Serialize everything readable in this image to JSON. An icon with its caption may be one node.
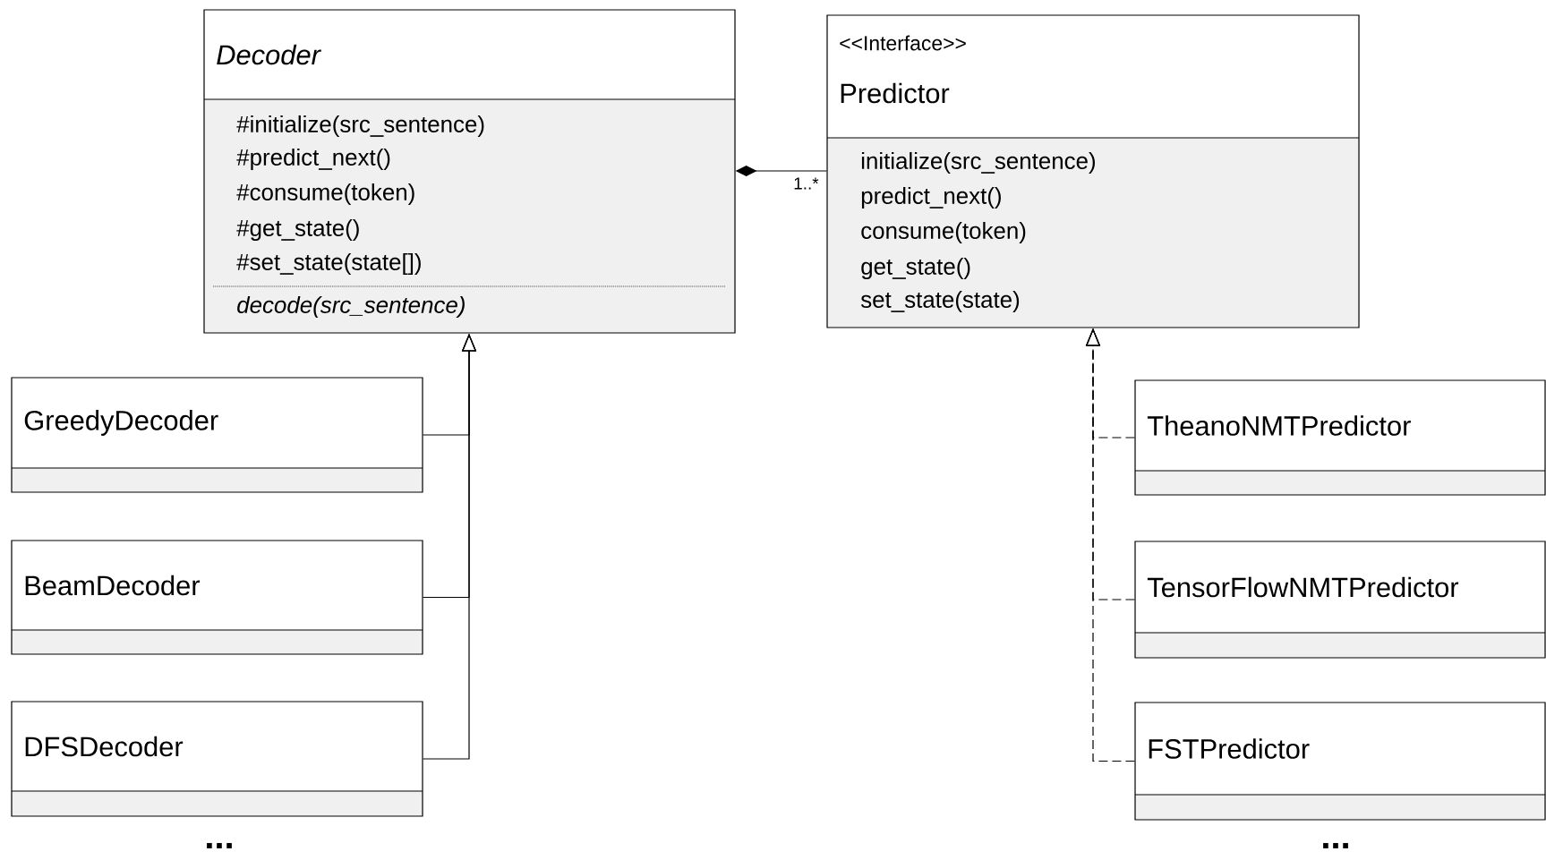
{
  "diagram": {
    "nodes": [
      {
        "text": [
          "Decoder",
          "#initialize(src_sentence)",
          "#predict_next()",
          "#consume(token)",
          "#get_state()",
          "#set_state(state[])",
          "decode(src_sentence)"
        ]
      },
      {
        "text": [
          "GreedyDecoder"
        ]
      },
      {
        "text": [
          "BeamDecoder"
        ]
      },
      {
        "text": [
          "DFSDecoder"
        ]
      },
      {
        "text": [
          "<<Interface>>",
          "Predictor",
          "initialize(src_sentence)",
          "predict_next()",
          "consume(token)",
          "get_state()",
          "set_state(state)"
        ]
      },
      {
        "text": [
          "TheanoNMTPredictor"
        ]
      },
      {
        "text": [
          "TensorFlowNMTPredictor"
        ]
      },
      {
        "text": [
          "FSTPredictor"
        ]
      }
    ],
    "edges": [
      {
        "from": 4,
        "to": 0,
        "arrow": "other",
        "label": "1..*"
      },
      {
        "from": 1,
        "to": 0,
        "arrow": "to"
      },
      {
        "from": 2,
        "to": 0,
        "arrow": "to"
      },
      {
        "from": 3,
        "to": 0,
        "arrow": "to"
      },
      {
        "from": 5,
        "to": 4,
        "arrow": "to",
        "style": "dashed"
      },
      {
        "from": 6,
        "to": 4,
        "arrow": "to",
        "style": "dashed"
      },
      {
        "from": 7,
        "to": 4,
        "arrow": "to",
        "style": "dashed"
      }
    ],
    "labels": [
      "...",
      "..."
    ]
  }
}
